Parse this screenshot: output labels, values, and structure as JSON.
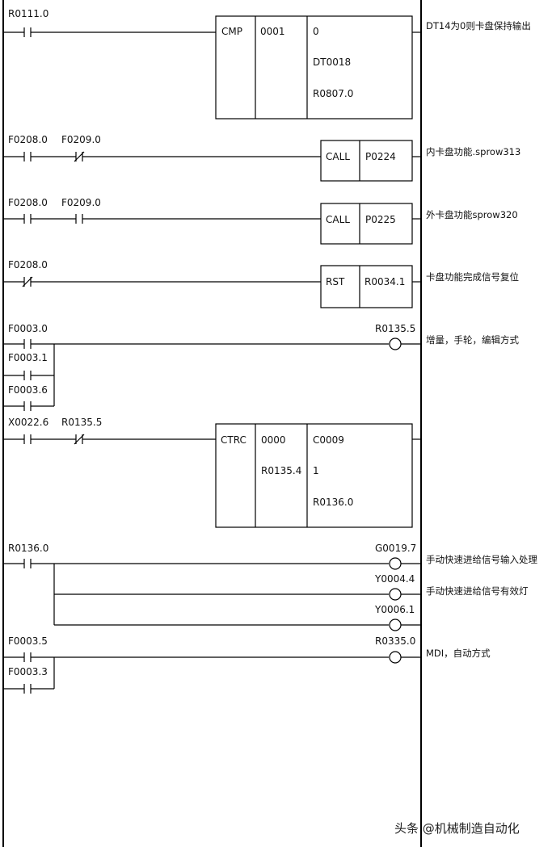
{
  "rungs": {
    "r1": {
      "c1": "R0111.0",
      "f0": "CMP",
      "f1": "0001",
      "p1": "0",
      "p2": "DT0018",
      "p3": "R0807.0",
      "comment": "DT14为0则卡盘保持输出"
    },
    "r2": {
      "c1": "F0208.0",
      "c2": "F0209.0",
      "f0": "CALL",
      "f1": "P0224",
      "comment": "内卡盘功能.sprow313"
    },
    "r3": {
      "c1": "F0208.0",
      "c2": "F0209.0",
      "f0": "CALL",
      "f1": "P0225",
      "comment": "外卡盘功能sprow320"
    },
    "r4": {
      "c1": "F0208.0",
      "f0": "RST",
      "f1": "R0034.1",
      "comment": "卡盘功能完成信号复位"
    },
    "r5": {
      "c1": "F0003.0",
      "c2": "F0003.1",
      "c3": "F0003.6",
      "coil": "R0135.5",
      "comment": "增量，手轮，编辑方式"
    },
    "r6": {
      "c1": "X0022.6",
      "c2": "R0135.5",
      "f0": "CTRC",
      "f1": "0000",
      "f1b": "R0135.4",
      "p1": "C0009",
      "p2": "1",
      "p3": "R0136.0"
    },
    "r7": {
      "c1": "R0136.0",
      "coil1": "G0019.7",
      "coil2": "Y0004.4",
      "coil3": "Y0006.1",
      "comment1": "手动快速进给信号输入处理",
      "comment2": "手动快速进给信号有效灯"
    },
    "r8": {
      "c1": "F0003.5",
      "c2": "F0003.3",
      "coil": "R0335.0",
      "comment": "MDI，自动方式"
    }
  },
  "watermark": "头条 @机械制造自动化",
  "colors": {
    "ink": "#000000",
    "background": "#ffffff"
  }
}
